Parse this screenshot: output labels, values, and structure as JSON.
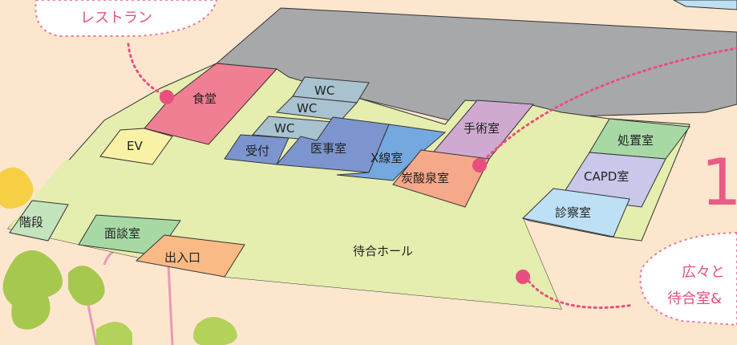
{
  "callouts": {
    "top_left": "レストラン",
    "bottom_right_line1": "広々と",
    "bottom_right_line2": "待合室&"
  },
  "big_number": "1",
  "rooms": {
    "dining": "食堂",
    "ev": "EV",
    "wc1": "WC",
    "wc2": "WC",
    "wc3": "WC",
    "reception": "受付",
    "medical_office": "医事室",
    "xray": "X線室",
    "surgery": "手術室",
    "carbonated_bath": "炭酸泉室",
    "treatment": "処置室",
    "capd": "CAPD室",
    "exam": "診察室",
    "stairs": "階段",
    "interview": "面談室",
    "entrance": "出入口",
    "waiting_hall": "待合ホール"
  },
  "colors": {
    "background": "#fde6ce",
    "floor": "#e5eeae",
    "unused_block": "#a7a8aa",
    "dining": "#f07f93",
    "ev": "#f9f2a6",
    "wc": "#a9c2cf",
    "reception": "#7c95cf",
    "medical_office": "#7c95cf",
    "xray": "#74a8df",
    "surgery": "#d0a9d1",
    "carbonated_bath": "#f6a88b",
    "treatment": "#a8d9a5",
    "capd": "#c9c7ea",
    "exam": "#bde0f4",
    "stairs": "#c4e4be",
    "interview": "#a8d9a5",
    "entrance": "#f9ba85",
    "accent_pink": "#e84f7f"
  }
}
